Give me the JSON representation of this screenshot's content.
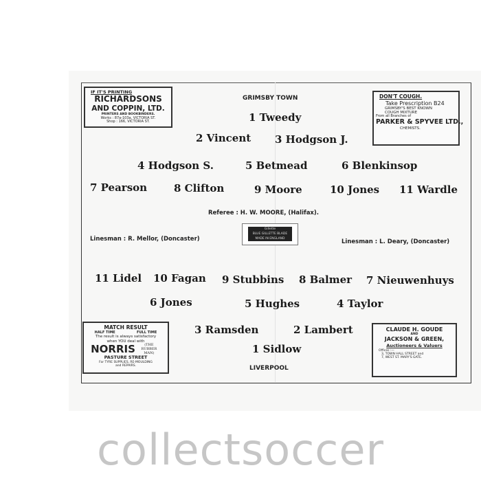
{
  "home": {
    "team": "GRIMSBY TOWN",
    "players": [
      "1 Tweedy",
      "2 Vincent",
      "3 Hodgson J.",
      "4 Hodgson S.",
      "5 Betmead",
      "6 Blenkinsop",
      "7 Pearson",
      "8 Clifton",
      "9 Moore",
      "10 Jones",
      "11 Wardle"
    ]
  },
  "away": {
    "team": "LIVERPOOL",
    "players": [
      "11 Lidel",
      "10 Fagan",
      "9 Stubbins",
      "8 Balmer",
      "7 Nieuwenhuys",
      "6 Jones",
      "5 Hughes",
      "4 Taylor",
      "3 Ramsden",
      "2 Lambert",
      "1 Sidlow"
    ]
  },
  "officials": {
    "referee": "Referee : H. W. MOORE, (Halifax).",
    "linesman_left": "Linesman : R. Mellor, (Doncaster)",
    "linesman_right": "Linesman : L. Deary, (Doncaster)"
  },
  "blade_ad": {
    "lines": [
      "Gillette",
      "BLUE GILLETTE BLADE",
      "MADE IN ENGLAND"
    ]
  },
  "ads": {
    "printing": [
      "IF IT'S PRINTING",
      "RICHARDSONS",
      "AND COPPIN, LTD.",
      "PRINTERS AND BOOKBINDERS.",
      "Works : 87a-103a, VICTORIA ST.",
      "Shop : 166, VICTORIA ST."
    ],
    "cough": [
      "DON'T COUGH.",
      "Take Prescription B24",
      "GRIMSBY'S BEST KNOWN",
      "COUGH MIXTURE",
      "From all Branches of",
      "PARKER & SPYVEE LTD.,",
      "CHEMISTS."
    ],
    "norris": [
      "MATCH RESULT",
      "HALF TIME",
      "FULL TIME",
      "The result is always satisfactory",
      "when YOU deal with",
      "NORRIS",
      "(THE RUBBER MAN)",
      "PASTURE STREET",
      "For TYRE SUPPLIES, RE-MOULDING",
      "and REPAIRS."
    ],
    "goude": [
      "CLAUDE H. GOUDE",
      "AND",
      "JACKSON & GREEN,",
      "Auctioneers & Valuers",
      "Offices :—",
      "3, TOWN HALL STREET and",
      "7, WEST ST. MARY'S GATE."
    ]
  },
  "watermark": "collectsoccer"
}
